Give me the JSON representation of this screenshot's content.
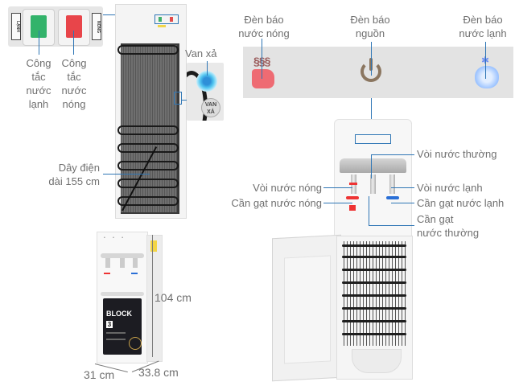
{
  "switch_panel": {
    "left_tag": "LẠNH",
    "right_tag": "NÓNG",
    "cold_switch_color": "#2fb36a",
    "hot_switch_color": "#e8454a"
  },
  "labels": {
    "cold_switch": [
      "Công",
      "tắc",
      "nước",
      "lạnh"
    ],
    "hot_switch": [
      "Công",
      "tắc",
      "nước",
      "nóng"
    ],
    "drain_valve": "Van xả",
    "drain_valve_badge": [
      "VAN",
      "XẢ"
    ],
    "power_cord": [
      "Dây điện",
      "dài 155 cm"
    ],
    "hot_indicator": [
      "Đèn báo",
      "nước nóng"
    ],
    "power_indicator": [
      "Đèn báo",
      "nguồn"
    ],
    "cold_indicator": [
      "Đèn báo",
      "nước lạnh"
    ],
    "normal_tap": "Vòi nước thường",
    "hot_tap": "Vòi nước nóng",
    "hot_lever": "Cần gạt nước nóng",
    "cold_tap": "Vòi nước lạnh",
    "cold_lever": "Cần gạt nước lạnh",
    "normal_lever": [
      "Cần gạt",
      "nước thường"
    ]
  },
  "dimensions": {
    "height": "104 cm",
    "width": "31 cm",
    "depth": "33.8 cm"
  },
  "product_panel": {
    "brand_text": "BLOCK",
    "number": "3"
  },
  "colors": {
    "leader_line": "#2f76b5",
    "hot": "#e8656d",
    "cold": "#8fb8ff",
    "power": "#8b7660",
    "panel_bg": "#e3e3e3",
    "label_text": "#707070"
  }
}
